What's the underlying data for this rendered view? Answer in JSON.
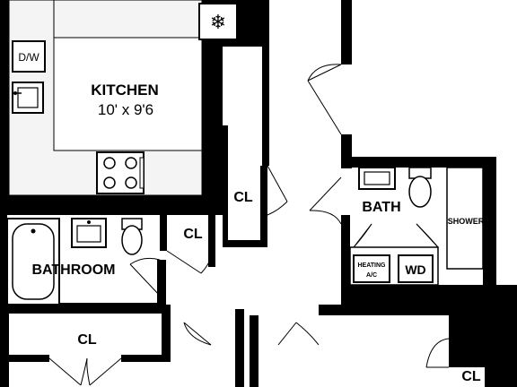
{
  "floorplan": {
    "rooms": {
      "kitchen_name": "KITCHEN",
      "kitchen_dims": "10' x 9'6",
      "bathroom": "BATHROOM",
      "bath": "BATH"
    },
    "fixtures": {
      "dishwasher": "D/W",
      "shower": "SHOWER",
      "heating_line1": "HEATING",
      "heating_line2": "A/C",
      "washer_dryer": "WD"
    },
    "closets": [
      "CL",
      "CL",
      "CL",
      "CL"
    ],
    "icons": {
      "freezer": "snowflake-icon",
      "stove": "stove-icon",
      "sink": "sink-icon",
      "toilet": "toilet-icon",
      "tub": "bathtub-icon"
    },
    "colors": {
      "wall": "#000000",
      "fixture_outline": "#000000",
      "counter": "#f2f2f2"
    }
  }
}
